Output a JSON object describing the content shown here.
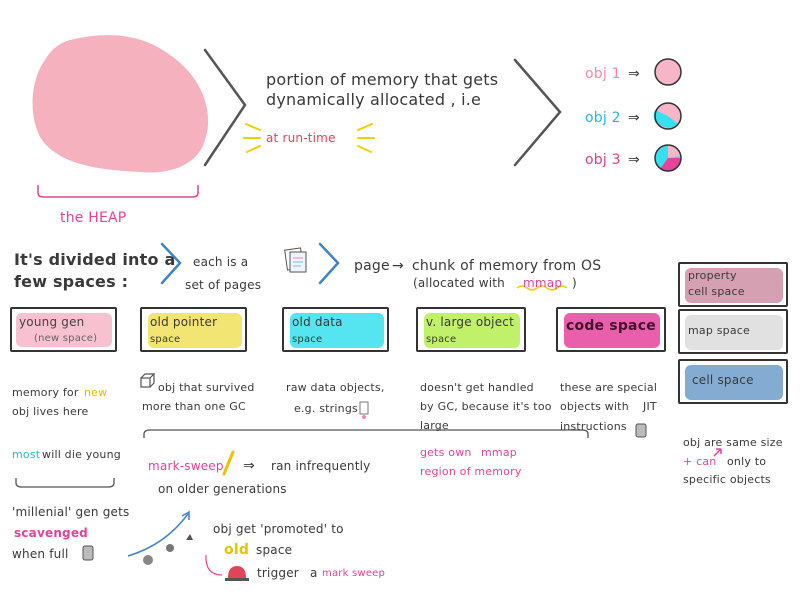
{
  "colors": {
    "heap": "#f5a9b8",
    "yellow": "#f0e05a",
    "cyan": "#37e0ef",
    "magenta": "#e6439c",
    "pink_light": "#f6b6c8",
    "mauve": "#cf8fa6",
    "grey": "#dcdcdc",
    "blue": "#6f9cc9"
  },
  "heap": {
    "label": "the HEAP"
  },
  "definition": {
    "line1": "portion of memory that gets",
    "line2": "dynamically allocated , i.e",
    "highlight": "at run-time"
  },
  "objects": [
    {
      "label": "obj 1",
      "arrow": "⇒"
    },
    {
      "label": "obj 2",
      "arrow": "⇒"
    },
    {
      "label": "obj 3",
      "arrow": "⇒"
    }
  ],
  "spaces_intro": {
    "line1": "It's divided into a",
    "line2": "few spaces :",
    "pages_line1": "each is a",
    "pages_line2": "set of pages",
    "page_def_word": "page",
    "page_def_arrow": "→",
    "page_def_rest": "chunk of memory from OS",
    "page_alloc_prefix": "(allocated with",
    "page_alloc_keyword": "mmap",
    "page_alloc_suffix": ")"
  },
  "spaces": {
    "young": {
      "title": "young gen",
      "subtitle": "(new space)"
    },
    "old_pointer": {
      "title": "old pointer",
      "subtitle": "space"
    },
    "old_data": {
      "title": "old data",
      "subtitle": "space"
    },
    "large_object": {
      "title": "v. large object",
      "subtitle": "space"
    },
    "code": {
      "title": "code space"
    },
    "property_cell": {
      "title": "property",
      "subtitle": "cell space"
    },
    "map": {
      "title": "map space"
    },
    "cell": {
      "title": "cell space"
    }
  },
  "notes": {
    "young_1": "memory for",
    "young_1_kw": "new",
    "young_2": "obj lives here",
    "young_3_kw": "most",
    "young_3": "will die young",
    "old_pointer_1": "obj that survived",
    "old_pointer_2": "more than one GC",
    "old_data_1": "raw data objects,",
    "old_data_2": "e.g. strings",
    "large_1": "doesn't get handled",
    "large_2": "by GC, because it's too",
    "large_3": "large",
    "large_4": "gets own",
    "large_4_kw": "mmap",
    "large_5": "region of memory",
    "code_1": "these are special",
    "code_2": "objects with",
    "code_2_kw": "JIT",
    "code_3": "instructions",
    "right_1": "obj are same size",
    "right_2_kw": "+ can",
    "right_2": "only to",
    "right_3": "specific objects"
  },
  "gc": {
    "mark_sweep": "mark-sweep",
    "arrow": "⇒",
    "ran": "ran infrequently",
    "older": "on older generations",
    "millenial_1": "'millenial' gen gets",
    "scavenged": "scavenged",
    "when_full": "when full",
    "promoted_1": "obj get 'promoted' to",
    "promoted_old": "old",
    "promoted_space": "space",
    "trigger": "trigger",
    "trigger_a": "a",
    "trigger_kw": "mark sweep"
  }
}
